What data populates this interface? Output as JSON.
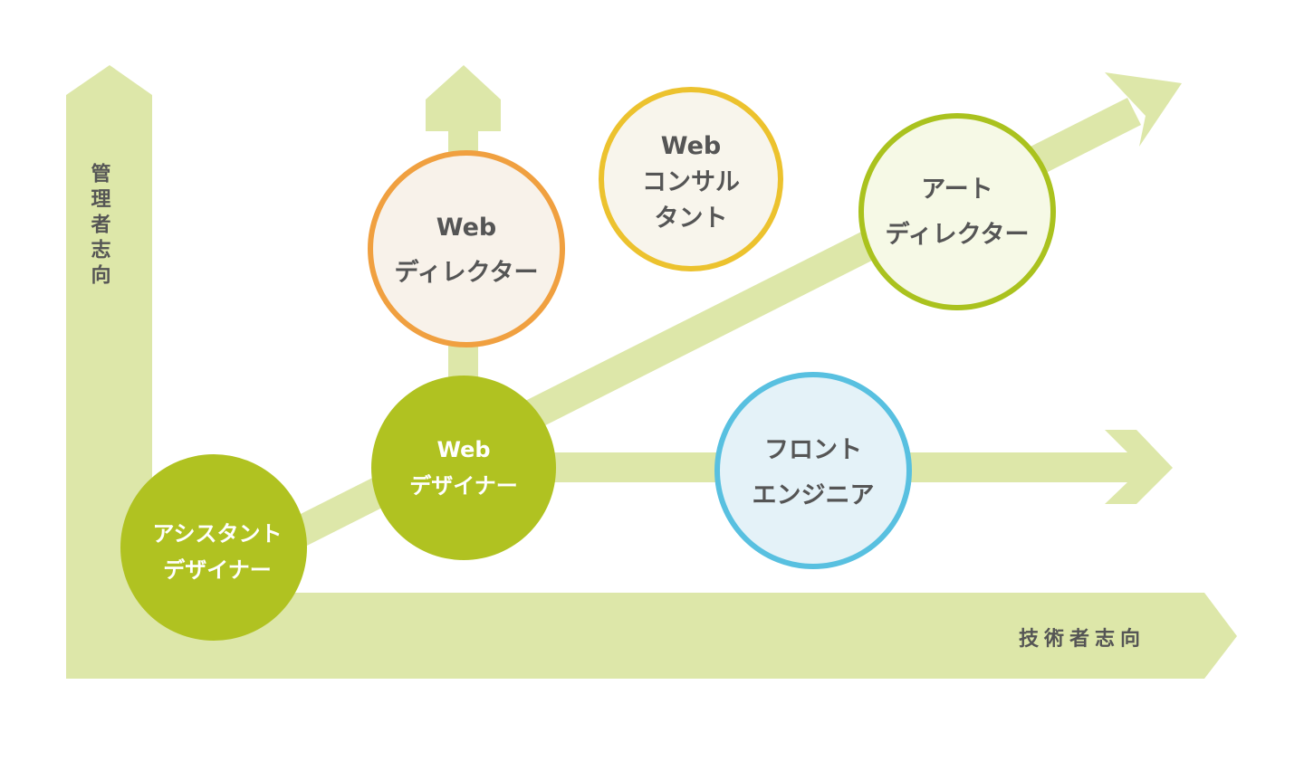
{
  "axes": {
    "vertical_label": "管理者志向",
    "horizontal_label": "技術者志向"
  },
  "roles": {
    "assistant_designer": {
      "lines": [
        "アシスタント",
        "デザイナー"
      ]
    },
    "web_designer": {
      "lines": [
        "Web",
        "デザイナー"
      ]
    },
    "web_director": {
      "lines": [
        "Web",
        "ディレクター"
      ]
    },
    "web_consultant": {
      "lines": [
        "Web",
        "コンサル",
        "タント"
      ]
    },
    "art_director": {
      "lines": [
        "アート",
        "ディレクター"
      ]
    },
    "front_engineer": {
      "lines": [
        "フロント",
        "エンジニア"
      ]
    }
  },
  "colors": {
    "arrow": "#dde7a9",
    "solid_green": "#b0c221",
    "director": "#f0a040",
    "consultant": "#ecc22e",
    "art_director": "#aac21e",
    "engineer": "#58c0e0",
    "text": "#555555"
  }
}
